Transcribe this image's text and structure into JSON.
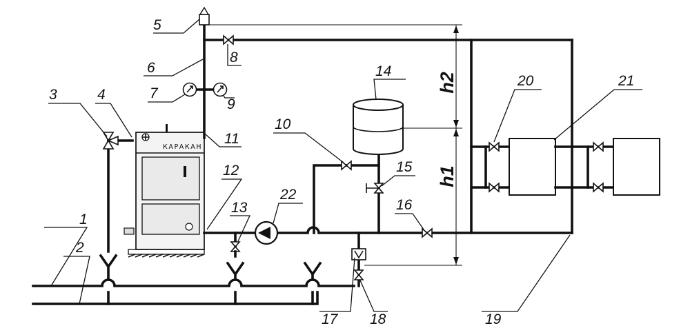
{
  "labels": {
    "n1": "1",
    "n2": "2",
    "n3": "3",
    "n4": "4",
    "n5": "5",
    "n6": "6",
    "n7": "7",
    "n8": "8",
    "n9": "9",
    "n10": "10",
    "n11": "11",
    "n12": "12",
    "n13": "13",
    "n14": "14",
    "n15": "15",
    "n16": "16",
    "n17": "17",
    "n18": "18",
    "n19": "19",
    "n20": "20",
    "n21": "21",
    "n22": "22"
  },
  "dimensions": {
    "h1": "h1",
    "h2": "h2"
  },
  "boiler": {
    "brand": "КАРАКАН"
  }
}
